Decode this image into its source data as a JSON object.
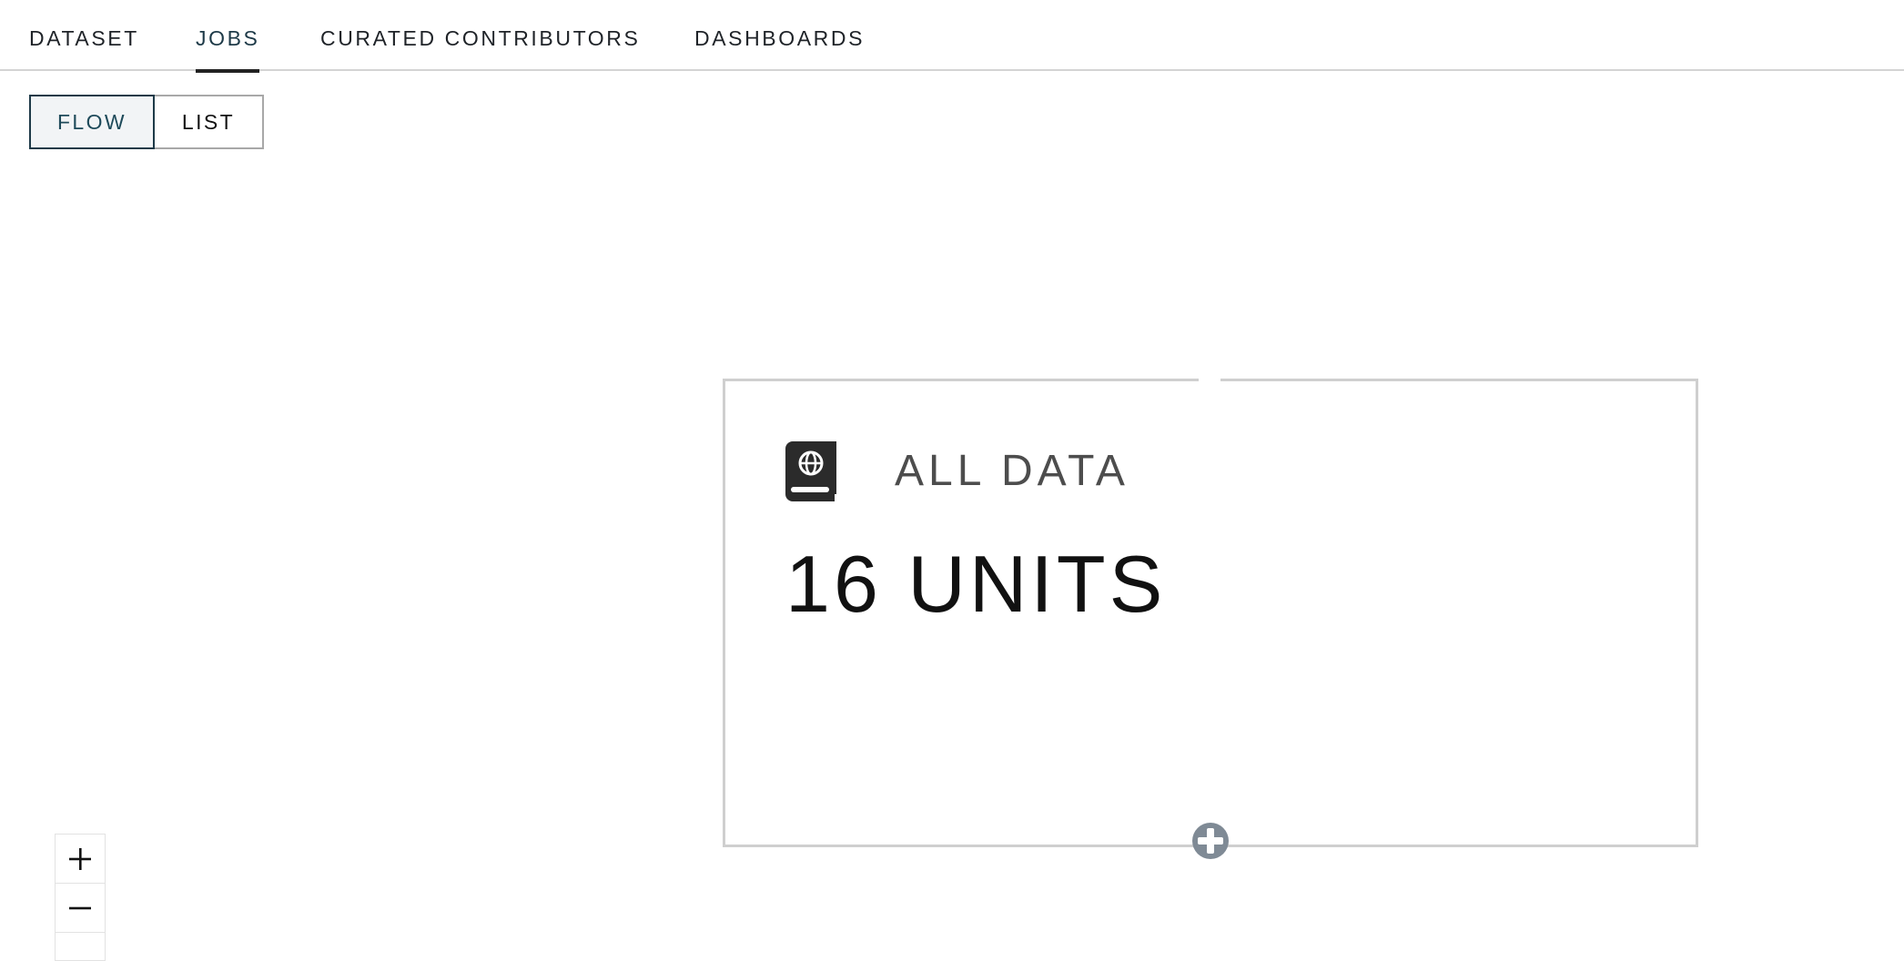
{
  "nav": {
    "tabs": [
      {
        "label": "DATASET",
        "active": false
      },
      {
        "label": "JOBS",
        "active": true
      },
      {
        "label": "CURATED CONTRIBUTORS",
        "active": false
      },
      {
        "label": "DASHBOARDS",
        "active": false
      }
    ]
  },
  "view_toggle": {
    "flow_label": "FLOW",
    "list_label": "LIST",
    "selected": "FLOW"
  },
  "node": {
    "icon": "book-globe-icon",
    "title": "ALL DATA",
    "count": "16 UNITS"
  },
  "add_node": {
    "icon": "plus-circle-icon"
  },
  "zoom": {
    "zoom_in_icon": "plus-icon",
    "zoom_out_icon": "minus-icon"
  },
  "colors": {
    "accent": "#1e3a48",
    "card_border": "#cfcfcf",
    "handle": "#8a939c"
  }
}
